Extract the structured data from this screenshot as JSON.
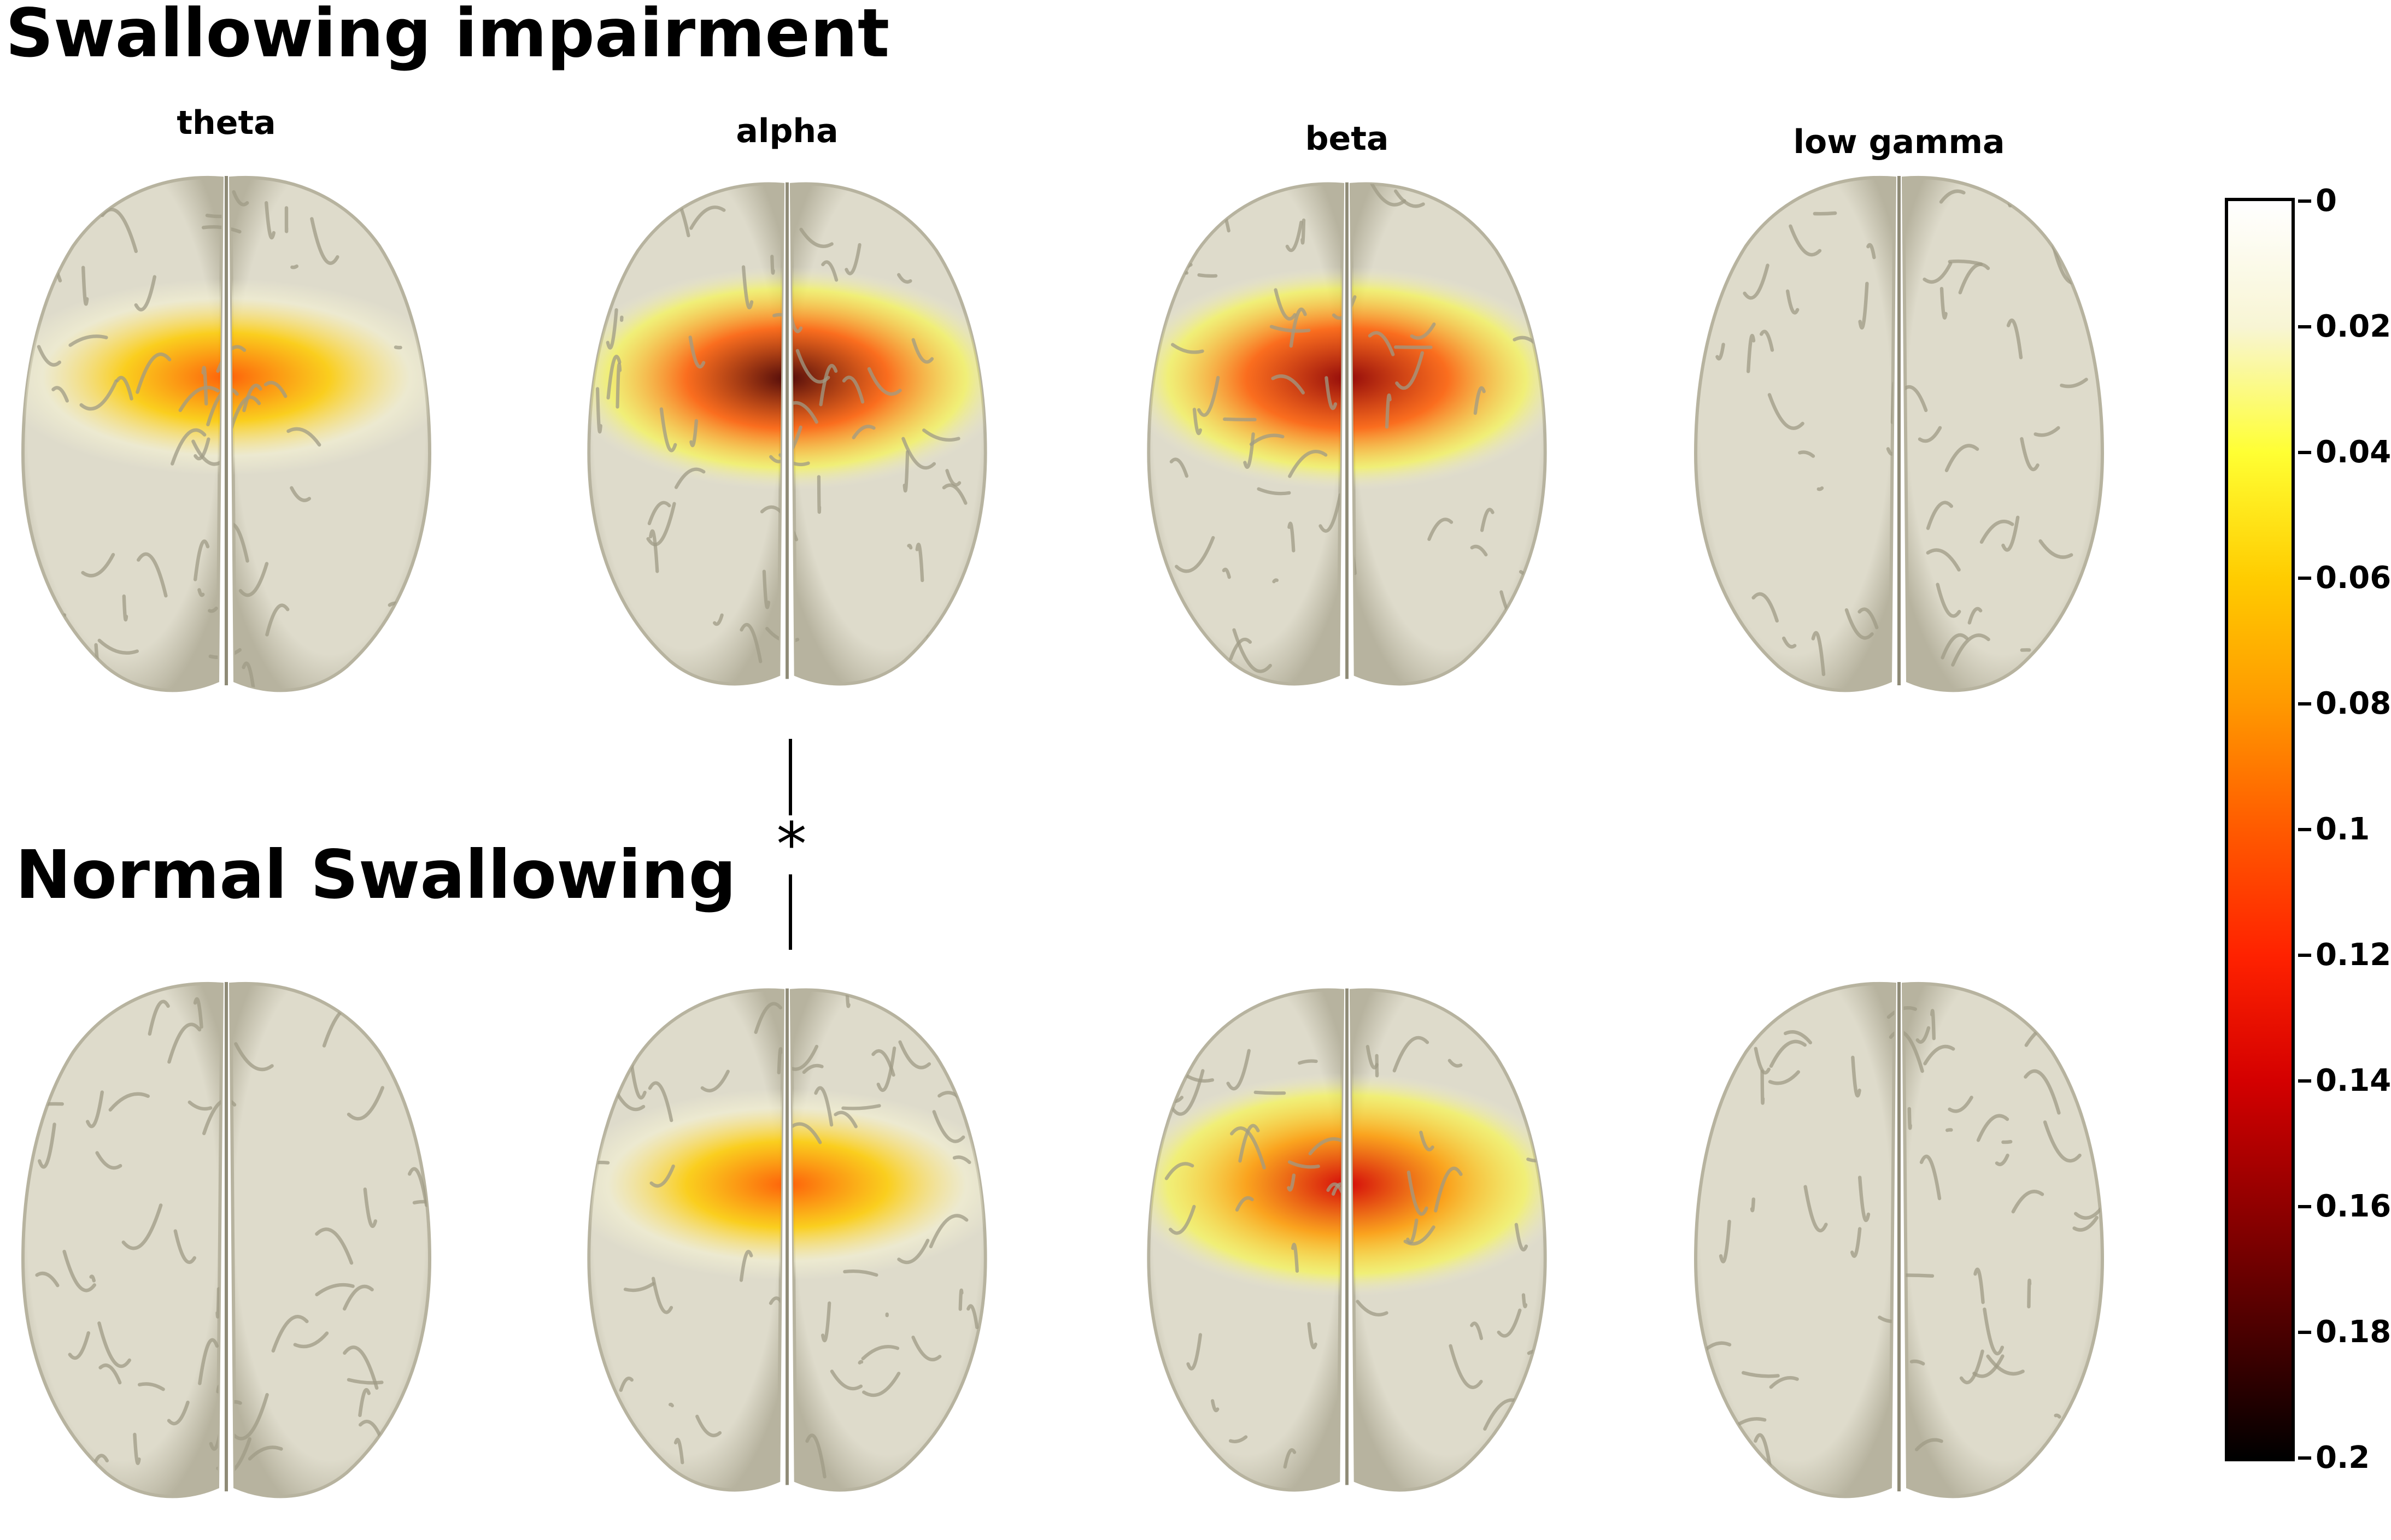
{
  "titles": {
    "group_top": "Swallowing impairment",
    "group_bottom": "Normal Swallowing"
  },
  "bands": [
    "theta",
    "alpha",
    "beta",
    "low gamma"
  ],
  "significance_marker": "*",
  "colorbar": {
    "min": 0,
    "max": 0.2,
    "tick_labels": [
      "0",
      "0.02",
      "0.04",
      "0.06",
      "0.08",
      "0.1",
      "0.12",
      "0.14",
      "0.16",
      "0.18",
      "0.2"
    ],
    "colors": [
      "#ffffff",
      "#f8f5d4",
      "#ffff33",
      "#ffcc00",
      "#ff9900",
      "#ff5a00",
      "#ff2200",
      "#d40000",
      "#900000",
      "#4a0000",
      "#000000"
    ]
  },
  "colors": {
    "cortex": "#dedbcb",
    "cortex_shade": "#b7b39f",
    "sulcus": "#9f9b86"
  },
  "activation": {
    "group_top": [
      0.09,
      0.17,
      0.16,
      0.0
    ],
    "group_bottom": [
      0.0,
      0.1,
      0.14,
      0.0
    ]
  }
}
